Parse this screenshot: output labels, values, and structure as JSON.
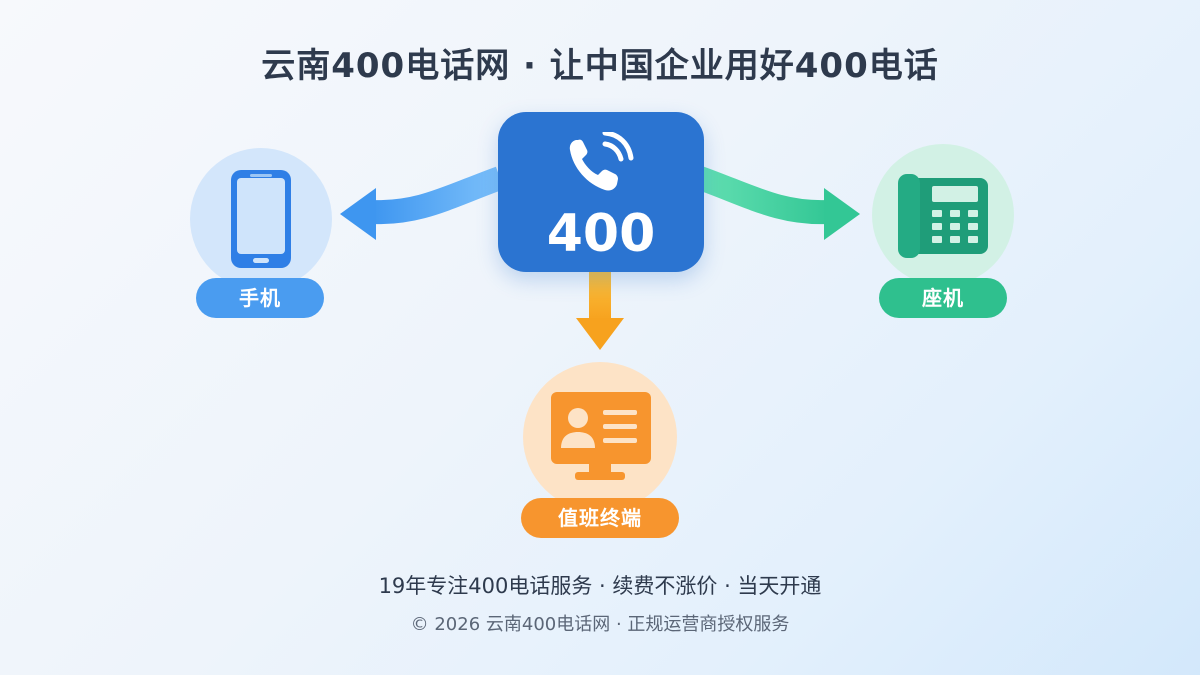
{
  "title": "云南400电话网 · 让中国企业用好400电话",
  "hub": {
    "label": "400",
    "icon": "phone-ringing-icon"
  },
  "nodes": {
    "mobile": {
      "label": "手机",
      "icon": "smartphone-icon",
      "color": "#4a9cf0"
    },
    "landline": {
      "label": "座机",
      "icon": "desk-phone-icon",
      "color": "#2fc08e"
    },
    "terminal": {
      "label": "值班终端",
      "icon": "monitor-contact-card-icon",
      "color": "#f7952e"
    }
  },
  "footer": {
    "features": "19年专注400电话服务  ·  续费不涨价  ·  当天开通",
    "copyright": "© 2026 云南400电话网 · 正规运营商授权服务"
  },
  "colors": {
    "hub": "#2b74d1",
    "arrow_left": "#58a8f5",
    "arrow_right": "#4ed6a6",
    "arrow_down": "#f9b52e"
  }
}
